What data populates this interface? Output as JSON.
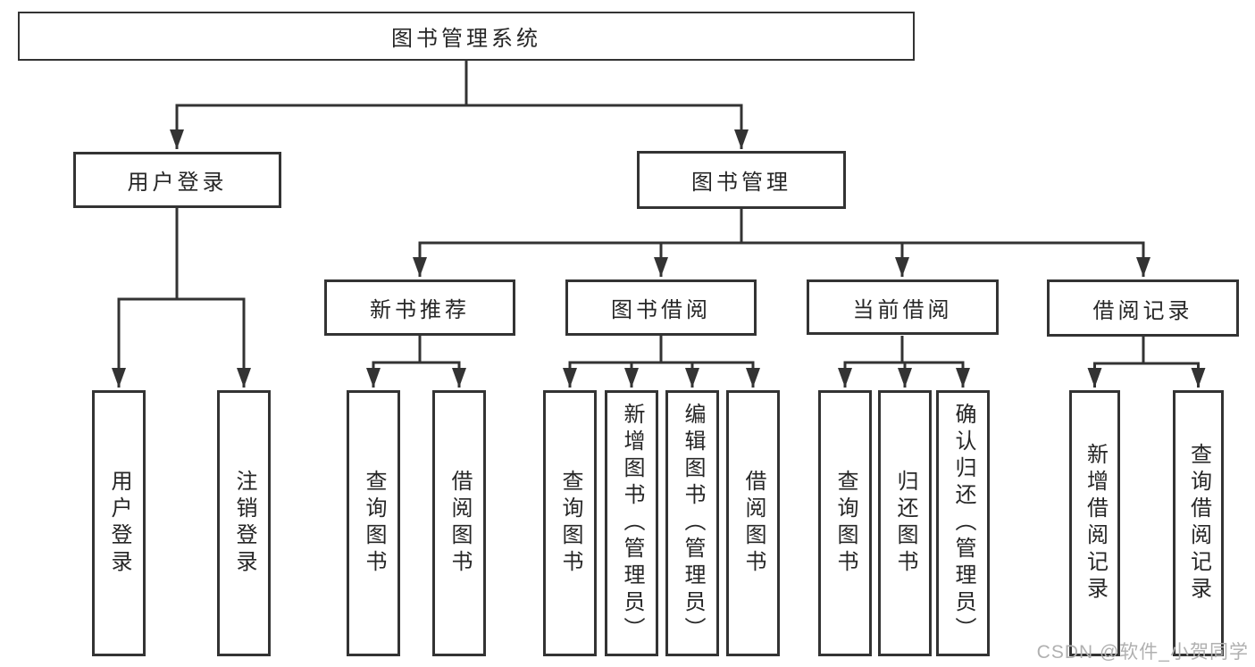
{
  "style": {
    "line_color": "#333333",
    "text_color": "#262626",
    "watermark_color": "#b0b0b0",
    "background_color": "#ffffff"
  },
  "watermark": {
    "text": "CSDN @软件_小贺同学"
  },
  "tree": {
    "label": "图书管理系统",
    "children": [
      {
        "label": "用户登录",
        "children": [
          {
            "label": "用户登录"
          },
          {
            "label": "注销登录"
          }
        ]
      },
      {
        "label": "图书管理",
        "children": [
          {
            "label": "新书推荐",
            "children": [
              {
                "label": "查询图书"
              },
              {
                "label": "借阅图书"
              }
            ]
          },
          {
            "label": "图书借阅",
            "children": [
              {
                "label": "查询图书"
              },
              {
                "label": "新增图书（管理员）"
              },
              {
                "label": "编辑图书（管理员）"
              },
              {
                "label": "借阅图书"
              }
            ]
          },
          {
            "label": "当前借阅",
            "children": [
              {
                "label": "查询图书"
              },
              {
                "label": "归还图书"
              },
              {
                "label": "确认归还（管理员）"
              }
            ]
          },
          {
            "label": "借阅记录",
            "children": [
              {
                "label": "新增借阅记录"
              },
              {
                "label": "查询借阅记录"
              }
            ]
          }
        ]
      }
    ]
  }
}
